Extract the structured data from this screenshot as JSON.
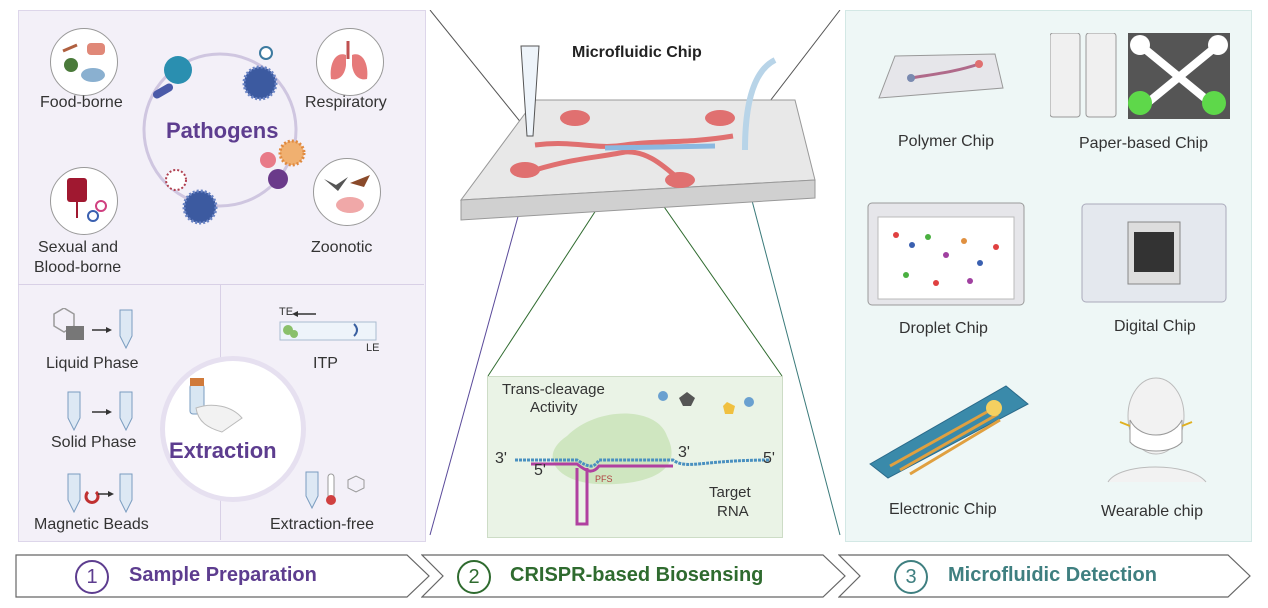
{
  "pathogens": {
    "title": "Pathogens",
    "food_borne": "Food-borne",
    "respiratory": "Respiratory",
    "sexual_blood_1": "Sexual and",
    "sexual_blood_2": "Blood-borne",
    "zoonotic": "Zoonotic"
  },
  "extraction": {
    "title": "Extraction",
    "liquid": "Liquid Phase",
    "solid": "Solid Phase",
    "magnetic": "Magnetic Beads",
    "itp": "ITP",
    "te": "TE",
    "le": "LE",
    "extraction_free": "Extraction-free"
  },
  "center": {
    "chip_title": "Microfluidic Chip",
    "trans_1": "Trans-cleavage",
    "trans_2": "Activity",
    "three_prime_left": "3'",
    "five_prime_left": "5'",
    "three_prime_mid": "3'",
    "five_prime_right": "5'",
    "pfs": "PFS",
    "target_1": "Target",
    "target_2": "RNA"
  },
  "detection": {
    "polymer": "Polymer Chip",
    "paper": "Paper-based Chip",
    "droplet": "Droplet Chip",
    "digital": "Digital Chip",
    "electronic": "Electronic Chip",
    "wearable": "Wearable chip"
  },
  "steps": [
    {
      "num": "1",
      "label": "Sample Preparation",
      "color": "#5d3d8f"
    },
    {
      "num": "2",
      "label": "CRISPR-based Biosensing",
      "color": "#2f6b2f"
    },
    {
      "num": "3",
      "label": "Microfluidic Detection",
      "color": "#3f7f80"
    }
  ]
}
